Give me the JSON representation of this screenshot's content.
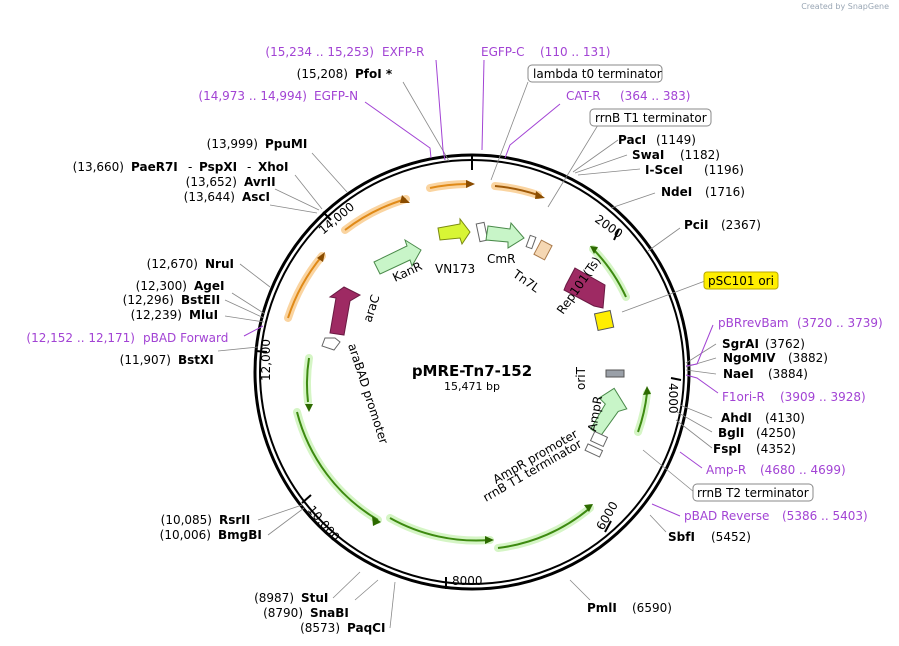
{
  "brand": {
    "created_by": "Created by",
    "name": "SnapGene"
  },
  "plasmid": {
    "name": "pMRE-Tn7-152",
    "size": "15,471 bp",
    "length": 15471
  },
  "ticks": [
    "2000",
    "4000",
    "6000",
    "8000",
    "10,000",
    "12,000",
    "14,000"
  ],
  "enzymes": [
    {
      "name": "PfoI *",
      "pos": "(15,208)"
    },
    {
      "name": "PpuMI",
      "pos": "(13,999)"
    },
    {
      "name": "PaeR7I",
      "pos": "(13,660)"
    },
    {
      "name": "PspXI",
      "pos": ""
    },
    {
      "name": "XhoI",
      "pos": ""
    },
    {
      "name": "AvrII",
      "pos": "(13,652)"
    },
    {
      "name": "AscI",
      "pos": "(13,644)"
    },
    {
      "name": "NruI",
      "pos": "(12,670)"
    },
    {
      "name": "AgeI",
      "pos": "(12,300)"
    },
    {
      "name": "BstEII",
      "pos": "(12,296)"
    },
    {
      "name": "MluI",
      "pos": "(12,239)"
    },
    {
      "name": "BstXI",
      "pos": "(11,907)"
    },
    {
      "name": "RsrII",
      "pos": "(10,085)"
    },
    {
      "name": "BmgBI",
      "pos": "(10,006)"
    },
    {
      "name": "StuI",
      "pos": "(8987)"
    },
    {
      "name": "SnaBI",
      "pos": "(8790)"
    },
    {
      "name": "PaqCI",
      "pos": "(8573)"
    },
    {
      "name": "PmlI",
      "pos": "(6590)"
    },
    {
      "name": "SbfI",
      "pos": "(5452)"
    },
    {
      "name": "FspI",
      "pos": "(4352)"
    },
    {
      "name": "BglI",
      "pos": "(4250)"
    },
    {
      "name": "AhdI",
      "pos": "(4130)"
    },
    {
      "name": "NaeI",
      "pos": "(3884)"
    },
    {
      "name": "NgoMIV",
      "pos": "(3882)"
    },
    {
      "name": "SgrAI",
      "pos": "(3762)"
    },
    {
      "name": "PciI",
      "pos": "(2367)"
    },
    {
      "name": "NdeI",
      "pos": "(1716)"
    },
    {
      "name": "I-SceI",
      "pos": "(1196)"
    },
    {
      "name": "SwaI",
      "pos": "(1182)"
    },
    {
      "name": "PacI",
      "pos": "(1149)"
    }
  ],
  "primers": [
    {
      "name": "EXFP-R",
      "range": "(15,234 .. 15,253)"
    },
    {
      "name": "EGFP-N",
      "range": "(14,973 .. 14,994)"
    },
    {
      "name": "EGFP-C",
      "range": "(110 .. 131)"
    },
    {
      "name": "CAT-R",
      "range": "(364 .. 383)"
    },
    {
      "name": "pBAD Forward",
      "range": "(12,152 .. 12,171)"
    },
    {
      "name": "pBRrevBam",
      "range": "(3720 .. 3739)"
    },
    {
      "name": "F1ori-R",
      "range": "(3909 .. 3928)"
    },
    {
      "name": "Amp-R",
      "range": "(4680 .. 4699)"
    },
    {
      "name": "pBAD Reverse",
      "range": "(5386 .. 5403)"
    }
  ],
  "boxed_features": [
    "lambda t0 terminator",
    "rrnB T1 terminator",
    "rrnB T2 terminator"
  ],
  "highlighted_feature": "pSC101 ori",
  "inner_features": [
    "KanR",
    "VN173",
    "CmR",
    "Tn7L",
    "Rep101(Ts)",
    "araC",
    "araBAD promoter",
    "oriT",
    "AmpR",
    "AmpR promoter",
    "rrnB T1 terminator"
  ],
  "colors": {
    "backbone": "#000000",
    "primer": "#a243d4",
    "enzyme_line": "#888888",
    "orf_orange": "#e8982a",
    "orf_green": "#4a9a1a",
    "cds_green": "#c8f5c8",
    "araC": "#9e2a63",
    "vn173": "#d8f535",
    "ori_yellow": "#ffee00",
    "tn7l": "#f5d7b3"
  }
}
